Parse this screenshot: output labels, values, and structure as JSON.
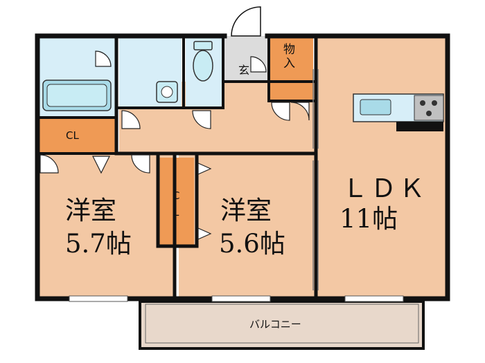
{
  "rooms": {
    "western1": {
      "name": "洋室",
      "size": "5.7帖"
    },
    "western2": {
      "name": "洋室",
      "size": "5.6帖"
    },
    "ldk": {
      "name": "ＬＤＫ",
      "size": "11帖"
    },
    "entrance": "玄",
    "storage": "物入",
    "closet_top": "CL",
    "closet_mid_1": "C",
    "closet_mid_2": "L",
    "balcony": "バルコニー"
  },
  "colors": {
    "room_floor": "#f3c8a4",
    "wet_area": "#d7eef8",
    "closet": "#ef9a55",
    "entrance_floor": "#dcdcdc",
    "balcony_floor": "#e8d8cb",
    "wall": "#111111"
  },
  "icons": [
    "bathtub-icon",
    "washbasin-icon",
    "toilet-icon",
    "kitchen-sink-icon",
    "stove-icon",
    "door-swing-icon",
    "window-icon"
  ]
}
